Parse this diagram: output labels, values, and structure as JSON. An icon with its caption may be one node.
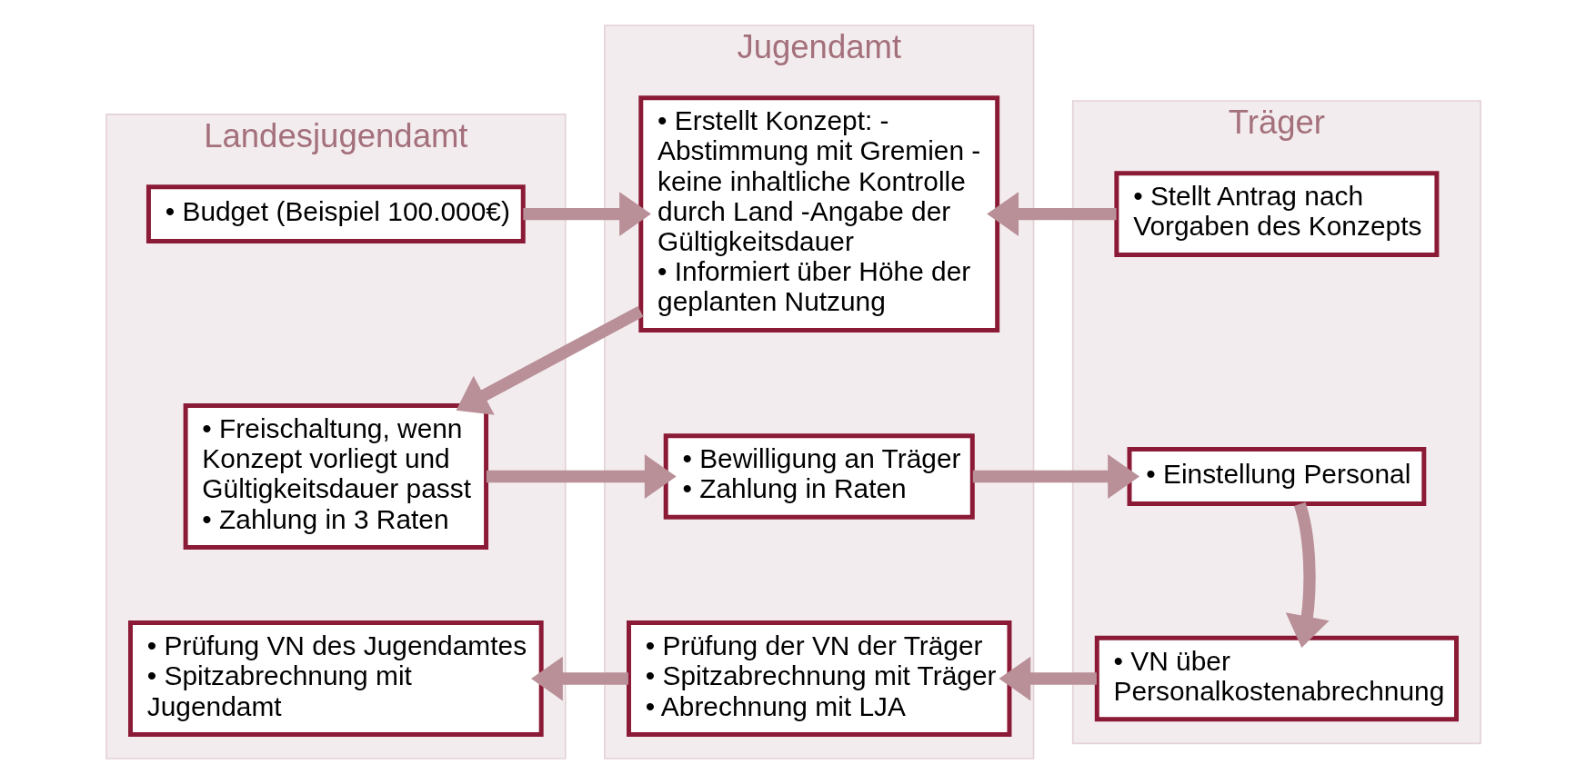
{
  "diagram": {
    "nodes": [
      {
        "text": [
          "Landesjugendamt"
        ]
      },
      {
        "text": [
          "Jugendamt"
        ]
      },
      {
        "text": [
          "Träger"
        ]
      },
      {
        "text": [
          "• Budget (Beispiel 100.000€)"
        ],
        "in": 0
      },
      {
        "text": [
          "• Erstellt Konzept: - Abstimmung mit Gremien - keine inhaltliche Kontrolle durch Land -Angabe der Gültigkeitsdauer",
          "• Informiert über Höhe der geplanten Nutzung"
        ],
        "in": 1
      },
      {
        "text": [
          "• Stellt Antrag nach Vorgaben des Konzepts"
        ],
        "in": 2
      },
      {
        "text": [
          "• Freischaltung, wenn Konzept vorliegt und Gültigkeitsdauer passt",
          "• Zahlung in 3 Raten"
        ],
        "in": 0
      },
      {
        "text": [
          "• Bewilligung an Träger",
          "• Zahlung in Raten"
        ],
        "in": 1
      },
      {
        "text": [
          "• Einstellung Personal"
        ],
        "in": 2
      },
      {
        "text": [
          "• VN über Personalkostenabrechnung"
        ],
        "in": 2
      },
      {
        "text": [
          "• Prüfung der VN der Träger",
          "• Spitzabrechnung mit Träger",
          "• Abrechnung mit LJA"
        ],
        "in": 1
      },
      {
        "text": [
          "• Prüfung VN des Jugendamtes",
          "• Spitzabrechnung mit Jugendamt"
        ],
        "in": 0
      }
    ],
    "edges": [
      {
        "from": 3,
        "to": 4,
        "arrow": "to"
      },
      {
        "from": 5,
        "to": 4,
        "arrow": "to"
      },
      {
        "from": 4,
        "to": 6,
        "arrow": "to"
      },
      {
        "from": 6,
        "to": 7,
        "arrow": "to"
      },
      {
        "from": 7,
        "to": 8,
        "arrow": "to"
      },
      {
        "from": 8,
        "to": 9,
        "arrow": "to"
      },
      {
        "from": 9,
        "to": 10,
        "arrow": "to"
      },
      {
        "from": 10,
        "to": 11,
        "arrow": "to"
      }
    ]
  }
}
